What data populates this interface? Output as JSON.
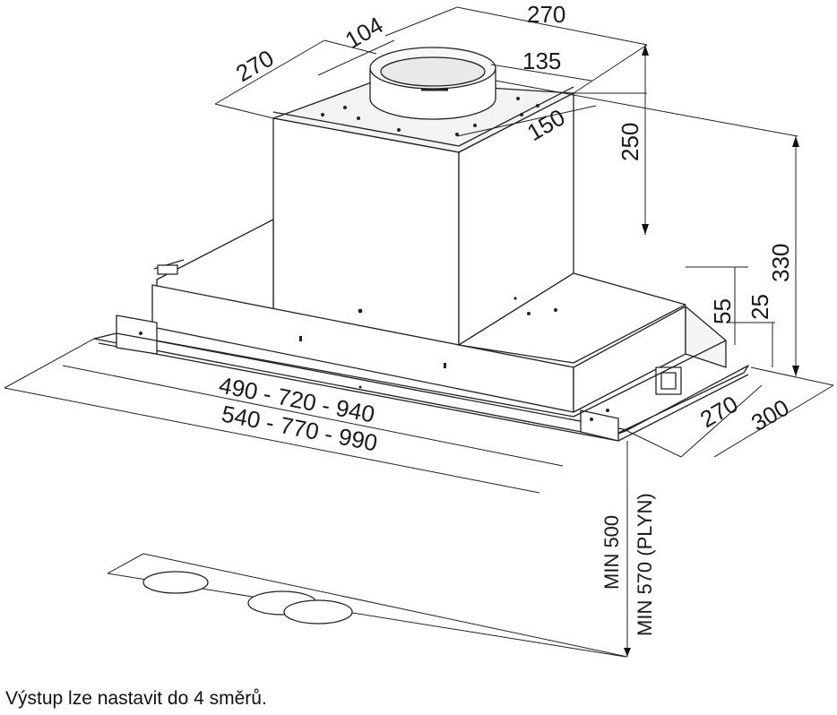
{
  "dimensions": {
    "top_depth": "270",
    "duct_offset": "104",
    "top_width": "270",
    "duct_center": "135",
    "duct_diameter": "150",
    "box_height": "250",
    "total_height": "330",
    "frame_height": "55",
    "frame_inner": "25",
    "inner_depth": "270",
    "outer_depth": "300",
    "width_inner": "490 - 720 - 940",
    "width_outer": "540 - 770 - 990",
    "min_height": "MIN 500",
    "min_height_gas": "MIN 570 (PLYN)"
  },
  "caption": "Výstup lze nastavit do 4 směrů."
}
